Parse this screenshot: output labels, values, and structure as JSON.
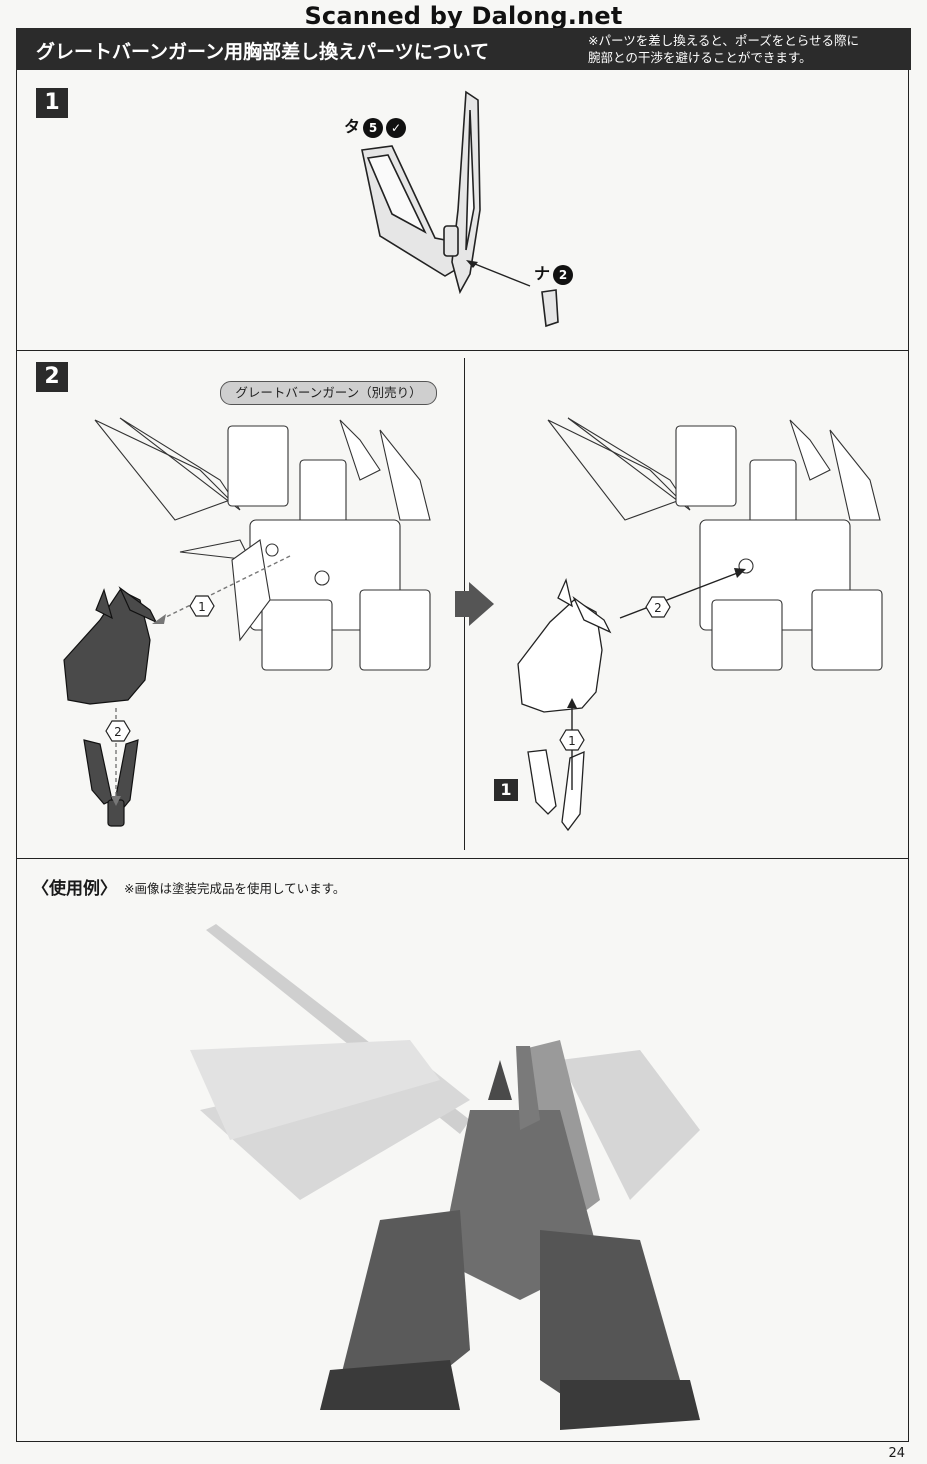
{
  "watermark": "Scanned by Dalong.net",
  "header": {
    "title": "グレートバーンガーン用胸部差し換えパーツについて",
    "note_line1": "※パーツを差し換えると、ポーズをとらせる際に",
    "note_line2": "腕部との干渉を避けることができます。"
  },
  "step1": {
    "badge": "1",
    "part_ta_label": "タ",
    "part_ta_num": "5",
    "part_na_label": "ナ",
    "part_na_num": "2"
  },
  "step2": {
    "badge": "2",
    "separate_sale_label": "グレートバーンガーン（別売り）",
    "left_callout_1": "1",
    "left_callout_2": "2",
    "right_callout_1": "1",
    "right_callout_2": "2",
    "ref_badge": "1"
  },
  "example": {
    "title": "〈使用例〉",
    "note": "※画像は塗装完成品を使用しています。"
  },
  "page_number": "24",
  "colors": {
    "dark": "#2b2b2b",
    "paper": "#f7f7f5",
    "pill_bg": "#cfcfcf"
  }
}
